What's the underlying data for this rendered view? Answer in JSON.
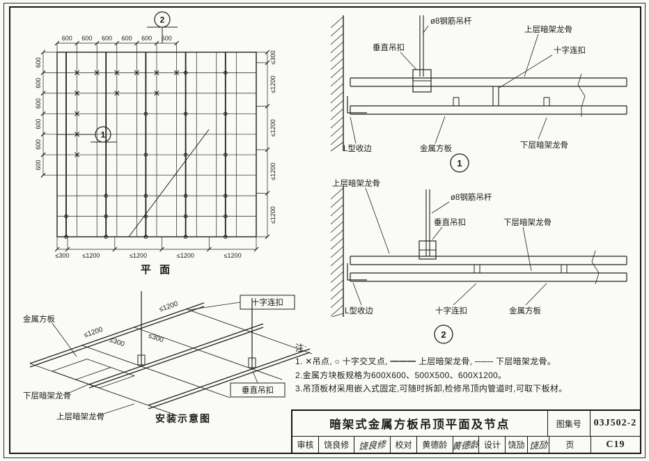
{
  "plan": {
    "caption": "平 面",
    "top_dims": [
      "600",
      "600",
      "600",
      "600",
      "600",
      "600"
    ],
    "left_dims": [
      "600",
      "600",
      "600",
      "600",
      "600",
      "600"
    ],
    "right_dims": [
      "≤300",
      "≤1200",
      "≤1200",
      "≤1200",
      "≤1200"
    ],
    "bottom_dims": [
      "≤300",
      "≤1200",
      "≤1200",
      "≤1200",
      "≤1200"
    ],
    "marker1": "1",
    "marker2": "2"
  },
  "detail1": {
    "number": "1",
    "label_rod": "ø8钢筋吊杆",
    "label_upper_keel": "上层暗架龙骨",
    "label_cross": "十字连扣",
    "label_vert": "垂直吊扣",
    "label_trim": "L型收边",
    "label_panel": "金属方板",
    "label_lower_keel": "下层暗架龙骨"
  },
  "detail2": {
    "number": "2",
    "label_upper_keel": "上层暗架龙骨",
    "label_rod": "ø8钢筋吊杆",
    "label_vert": "垂直吊扣",
    "label_lower_keel": "下层暗架龙骨",
    "label_trim": "L型收边",
    "label_cross": "十字连扣",
    "label_panel": "金属方板"
  },
  "iso": {
    "caption": "安装示意图",
    "label_cross": "十字连扣",
    "label_panel": "金属方板",
    "label_vert": "垂直吊扣",
    "label_lower_keel": "下层暗架龙骨",
    "label_upper_keel": "上层暗架龙骨",
    "dim_1200a": "≤1200",
    "dim_1200b": "≤1200",
    "dim_300a": "≤300",
    "dim_300b": "≤300"
  },
  "notes": {
    "header": "注:",
    "line1": "1. ✕吊点, ○ 十字交叉点, ━━━ 上层暗架龙骨, ─── 下层暗架龙骨。",
    "line2": "2.金属方块板规格为600X600、500X500、600X1200。",
    "line3": "3.吊顶板材采用嵌入式固定,可随时拆卸,检修吊顶内管道时,可取下板材。"
  },
  "titleblock": {
    "title": "暗架式金属方板吊顶平面及节点",
    "atlas_label": "图集号",
    "atlas_no": "03J502-2",
    "page_label": "页",
    "page_no": "C19",
    "review_label": "审核",
    "reviewer": "饶良修",
    "reviewer_sig": "饶良修",
    "check_label": "校对",
    "checker": "黄德龄",
    "checker_sig": "黄德龄",
    "design_label": "设计",
    "designer": "饶劢",
    "designer_sig": "饶劢"
  }
}
